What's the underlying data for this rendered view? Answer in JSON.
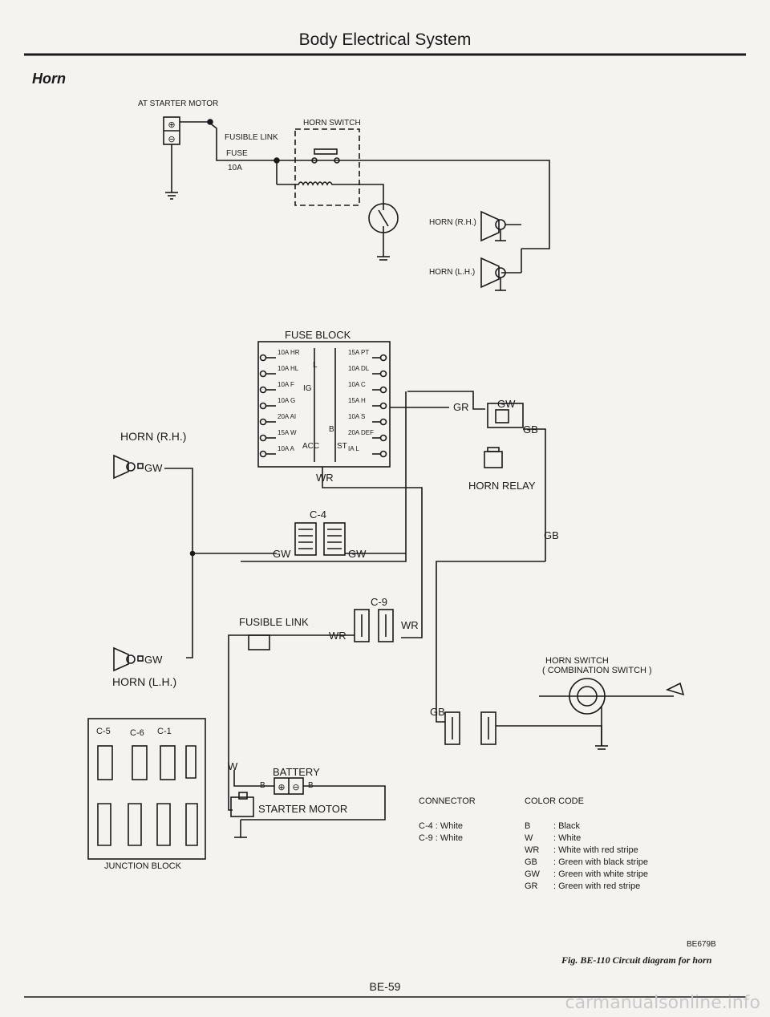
{
  "header": {
    "title": "Body Electrical System"
  },
  "section": {
    "title": "Horn"
  },
  "top": {
    "at_starter_motor": "AT STARTER MOTOR",
    "horn_switch": "HORN SWITCH",
    "fusible_link": "FUSIBLE LINK",
    "fuse": "FUSE",
    "fuse_rating": "10A",
    "horn_rh": "HORN (R.H.)",
    "horn_lh": "HORN (L.H.)"
  },
  "fuse_block": {
    "title": "FUSE BLOCK",
    "left_fuses": [
      {
        "rating": "10A",
        "name": "HR"
      },
      {
        "rating": "10A",
        "name": "HL"
      },
      {
        "rating": "10A",
        "name": "F"
      },
      {
        "rating": "10A",
        "name": "G"
      },
      {
        "rating": "20A",
        "name": "AI"
      },
      {
        "rating": "15A",
        "name": "W"
      },
      {
        "rating": "10A",
        "name": "A"
      }
    ],
    "right_fuses": [
      {
        "rating": "15A",
        "name": "PT"
      },
      {
        "rating": "10A",
        "name": "DL"
      },
      {
        "rating": "10A",
        "name": "C"
      },
      {
        "rating": "15A",
        "name": "H"
      },
      {
        "rating": "10A",
        "name": "S"
      },
      {
        "rating": "20A",
        "name": "DEF"
      },
      {
        "rating": "IA",
        "name": "L"
      }
    ],
    "terminals": {
      "L": "L",
      "IG": "IG",
      "ACC": "ACC",
      "B": "B",
      "ST": "ST"
    }
  },
  "wires": {
    "wr": "WR",
    "gw": "GW",
    "gr": "GR",
    "gb": "GB",
    "b": "B",
    "w": "W",
    "gw_short": "GW"
  },
  "lower": {
    "horn_rh": "HORN (R.H.)",
    "horn_lh": "HORN (L.H.)",
    "horn_relay": "HORN RELAY",
    "c4": "C-4",
    "c9": "C-9",
    "fusible_link": "FUSIBLE LINK",
    "horn_switch_line1": "HORN SWITCH",
    "horn_switch_line2": "( COMBINATION SWITCH )",
    "battery": "BATTERY",
    "starter_motor": "STARTER MOTOR",
    "junction_block": "JUNCTION BLOCK",
    "jb_labels": [
      "C-5",
      "C-6",
      "C-1"
    ]
  },
  "connector_legend": {
    "title": "CONNECTOR",
    "items": [
      "C-4 : White",
      "C-9 : White"
    ]
  },
  "color_code": {
    "title": "COLOR CODE",
    "items": [
      {
        "code": "B",
        "desc": ": Black"
      },
      {
        "code": "W",
        "desc": ": White"
      },
      {
        "code": "WR",
        "desc": ": White with red stripe"
      },
      {
        "code": "GB",
        "desc": ": Green with black stripe"
      },
      {
        "code": "GW",
        "desc": ": Green with white stripe"
      },
      {
        "code": "GR",
        "desc": ": Green with red stripe"
      }
    ]
  },
  "figure": {
    "id": "BE679B",
    "caption": "Fig. BE-110  Circuit diagram for horn"
  },
  "footer": {
    "page": "BE-59",
    "watermark": "carmanualsonline.info"
  }
}
